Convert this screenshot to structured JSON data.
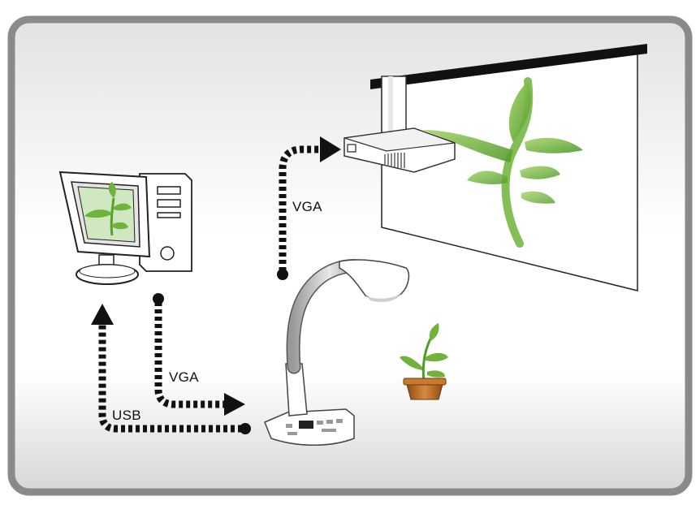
{
  "labels": {
    "vga_projector": "VGA",
    "vga_computer": "VGA",
    "usb": "USB"
  },
  "colors": {
    "frame_border": "#8a8a8a",
    "background_top": "#e4e4e4",
    "background_bottom": "#ffffff",
    "cable": "#111111",
    "plant_green": "#6fb33a",
    "screen_bar": "#111111",
    "pot": "#b5651d"
  },
  "icons": [
    "desktop-computer-icon",
    "projector-icon",
    "projection-screen-icon",
    "document-camera-icon",
    "potted-plant-icon"
  ]
}
